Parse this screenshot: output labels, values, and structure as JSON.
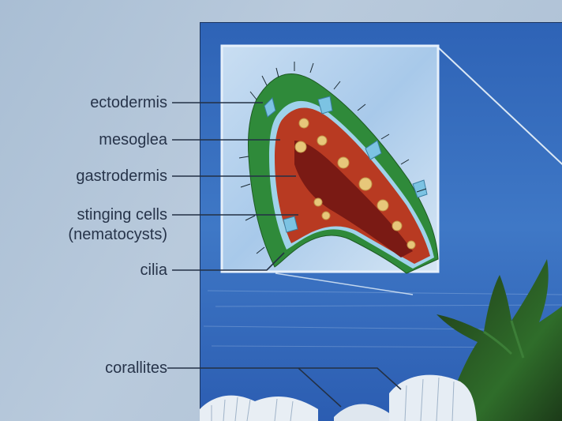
{
  "labels": {
    "ectodermis": "ectodermis",
    "mesoglea": "mesoglea",
    "gastrodermis": "gastrodermis",
    "stinging_cells": "stinging cells",
    "nematocysts": "(nematocysts)",
    "cilia": "cilia",
    "corallites": "corallites"
  },
  "colors": {
    "ocean_blue": "#2f63b3",
    "ectodermis_green": "#2f8a3a",
    "mesoglea_blue": "#9fd2ea",
    "gastrodermis_red": "#b83a22",
    "nucleus_yellow": "#e7c77a",
    "label_text": "#27344a"
  }
}
